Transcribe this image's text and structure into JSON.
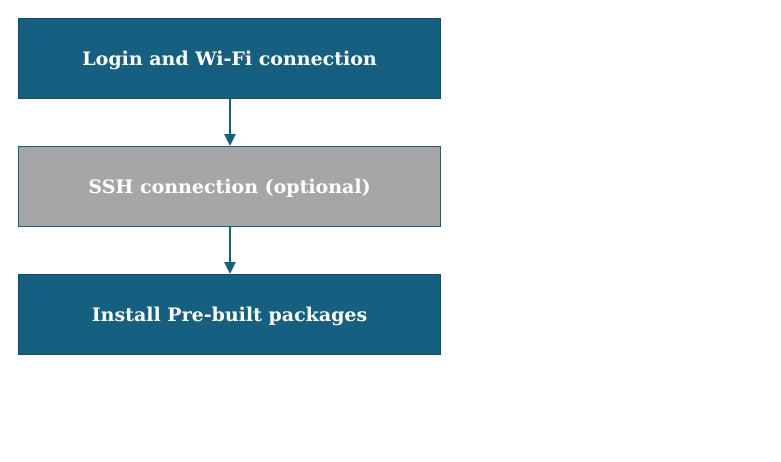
{
  "flowchart": {
    "steps": [
      {
        "label": "Login and Wi-Fi connection",
        "style": "primary"
      },
      {
        "label": "SSH connection (optional)",
        "style": "optional"
      },
      {
        "label": "Install Pre-built packages",
        "style": "primary"
      }
    ]
  },
  "colors": {
    "primary_fill": "#155f80",
    "optional_fill": "#a6a6a6",
    "arrow": "#155f80",
    "text": "#ffffff"
  }
}
